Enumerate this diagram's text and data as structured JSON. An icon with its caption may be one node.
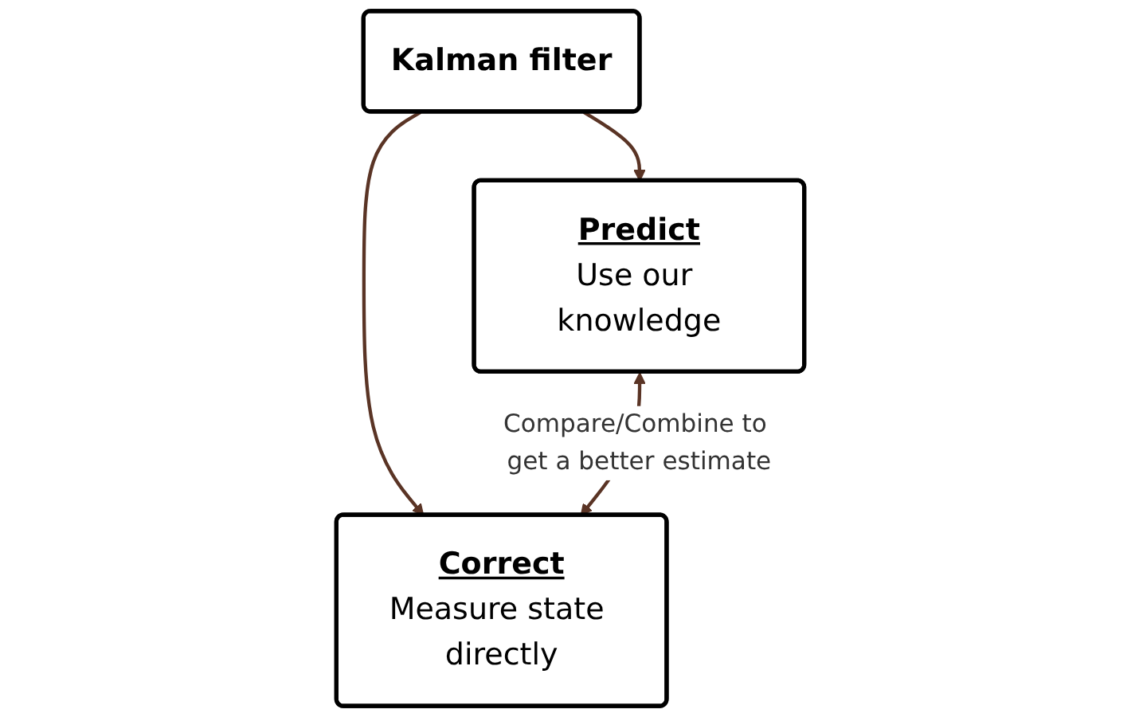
{
  "diagram": {
    "nodes": [
      {
        "text": [
          "Kalman filter"
        ]
      },
      {
        "text": [
          "Predict",
          "Use our knowledge"
        ]
      },
      {
        "text": [
          "Correct",
          "Measure state directly"
        ]
      }
    ],
    "edges": [
      {
        "from": 0,
        "to": 1,
        "arrow": "to"
      },
      {
        "from": 0,
        "to": 2,
        "arrow": "to"
      },
      {
        "from": 1,
        "to": 2,
        "arrow": "both",
        "label": "Compare/Combine to get a better estimate"
      }
    ]
  }
}
